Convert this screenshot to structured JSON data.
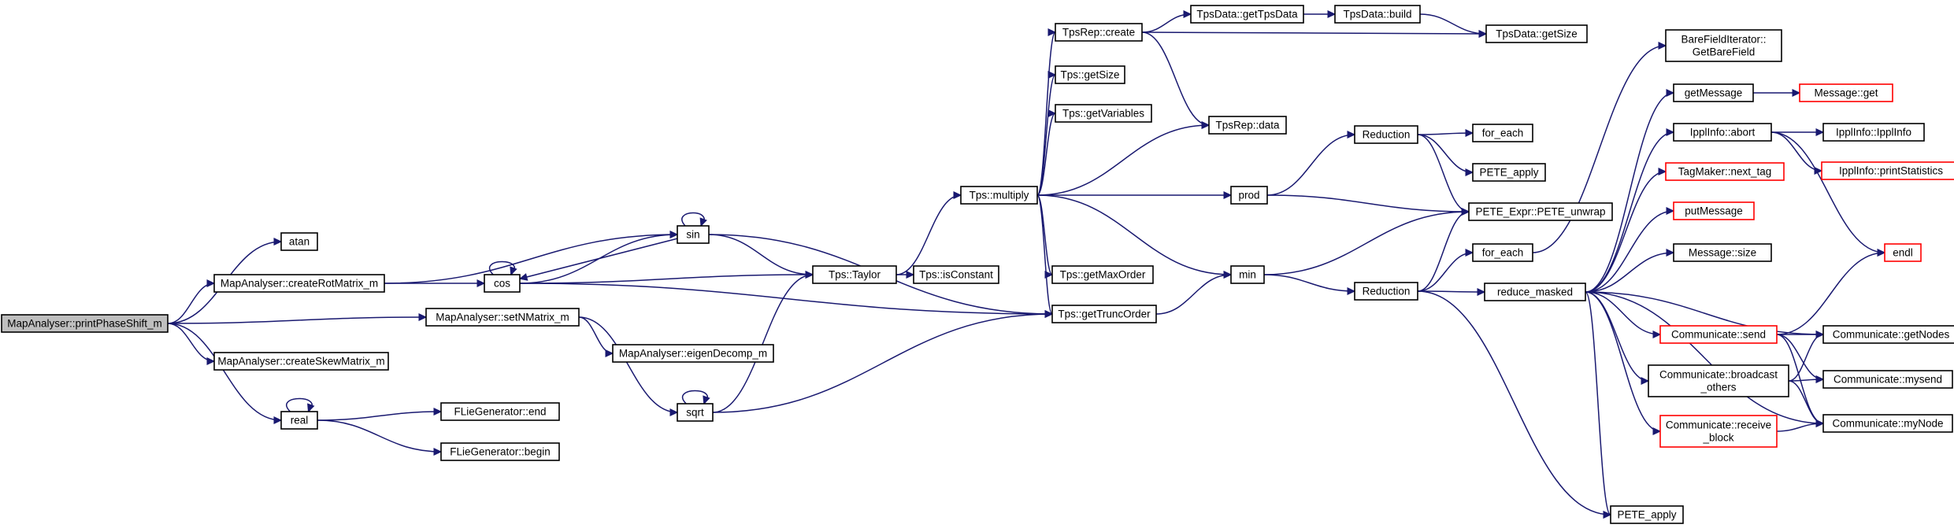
{
  "graph": {
    "edge_color": "#191970",
    "root_fill": "#bfbfbf",
    "highlight_border": "#ff0000",
    "nodes": [
      {
        "id": "printPhaseShift",
        "lines": [
          "MapAnalyser::printPhaseShift_m"
        ],
        "root": true
      },
      {
        "id": "atan",
        "lines": [
          "atan"
        ]
      },
      {
        "id": "createRotMatrix",
        "lines": [
          "MapAnalyser::createRotMatrix_m"
        ]
      },
      {
        "id": "createSkewMatrix",
        "lines": [
          "MapAnalyser::createSkewMatrix_m"
        ]
      },
      {
        "id": "setNMatrix",
        "lines": [
          "MapAnalyser::setNMatrix_m"
        ]
      },
      {
        "id": "real",
        "lines": [
          "real"
        ]
      },
      {
        "id": "sin",
        "lines": [
          "sin"
        ]
      },
      {
        "id": "cos",
        "lines": [
          "cos"
        ]
      },
      {
        "id": "eigenDecomp",
        "lines": [
          "MapAnalyser::eigenDecomp_m"
        ]
      },
      {
        "id": "sqrt",
        "lines": [
          "sqrt"
        ]
      },
      {
        "id": "fliegenEnd",
        "lines": [
          "FLieGenerator::end"
        ]
      },
      {
        "id": "fliegenBegin",
        "lines": [
          "FLieGenerator::begin"
        ]
      },
      {
        "id": "tpsTaylor",
        "lines": [
          "Tps::Taylor"
        ]
      },
      {
        "id": "tpsIsConstant",
        "lines": [
          "Tps::isConstant"
        ]
      },
      {
        "id": "tpsMultiply",
        "lines": [
          "Tps::multiply"
        ]
      },
      {
        "id": "tpsGetTruncOrder",
        "lines": [
          "Tps::getTruncOrder"
        ]
      },
      {
        "id": "tpsRepCreate",
        "lines": [
          "TpsRep::create"
        ]
      },
      {
        "id": "tpsGetSize",
        "lines": [
          "Tps::getSize"
        ]
      },
      {
        "id": "tpsGetVariables",
        "lines": [
          "Tps::getVariables"
        ]
      },
      {
        "id": "tpsGetMaxOrder",
        "lines": [
          "Tps::getMaxOrder"
        ]
      },
      {
        "id": "tpsDataGetTpsData",
        "lines": [
          "TpsData::getTpsData"
        ]
      },
      {
        "id": "tpsDataBuild",
        "lines": [
          "TpsData::build"
        ]
      },
      {
        "id": "tpsDataGetSize",
        "lines": [
          "TpsData::getSize"
        ]
      },
      {
        "id": "tpsRepData",
        "lines": [
          "TpsRep::data"
        ]
      },
      {
        "id": "prod",
        "lines": [
          "prod"
        ]
      },
      {
        "id": "min",
        "lines": [
          "min"
        ]
      },
      {
        "id": "reduction1",
        "lines": [
          "Reduction"
        ]
      },
      {
        "id": "reduction2",
        "lines": [
          "Reduction"
        ]
      },
      {
        "id": "forEach1",
        "lines": [
          "for_each"
        ]
      },
      {
        "id": "peteApply1",
        "lines": [
          "PETE_apply"
        ]
      },
      {
        "id": "peteUnwrap",
        "lines": [
          "PETE_Expr::PETE_unwrap"
        ]
      },
      {
        "id": "forEach2",
        "lines": [
          "for_each"
        ]
      },
      {
        "id": "reduceMasked",
        "lines": [
          "reduce_masked"
        ]
      },
      {
        "id": "peteApply2",
        "lines": [
          "PETE_apply"
        ]
      },
      {
        "id": "bareField",
        "lines": [
          "BareFieldIterator::",
          "GetBareField"
        ]
      },
      {
        "id": "getMessage",
        "lines": [
          "getMessage"
        ]
      },
      {
        "id": "messageGet",
        "lines": [
          "Message::get"
        ],
        "red": true
      },
      {
        "id": "ipplAbort",
        "lines": [
          "IpplInfo::abort"
        ]
      },
      {
        "id": "ipplInfo",
        "lines": [
          "IpplInfo::IpplInfo"
        ]
      },
      {
        "id": "ipplPrintStats",
        "lines": [
          "IpplInfo::printStatistics"
        ],
        "red": true
      },
      {
        "id": "tagMaker",
        "lines": [
          "TagMaker::next_tag"
        ],
        "red": true
      },
      {
        "id": "putMessage",
        "lines": [
          "putMessage"
        ],
        "red": true
      },
      {
        "id": "endl",
        "lines": [
          "endl"
        ],
        "red": true
      },
      {
        "id": "messageSize",
        "lines": [
          "Message::size"
        ]
      },
      {
        "id": "commSend",
        "lines": [
          "Communicate::send"
        ],
        "red": true
      },
      {
        "id": "commBroadcast",
        "lines": [
          "Communicate::broadcast",
          "_others"
        ]
      },
      {
        "id": "commReceive",
        "lines": [
          "Communicate::receive",
          "_block"
        ],
        "red": true
      },
      {
        "id": "commGetNodes",
        "lines": [
          "Communicate::getNodes"
        ]
      },
      {
        "id": "commMysend",
        "lines": [
          "Communicate::mysend"
        ]
      },
      {
        "id": "commMyNode",
        "lines": [
          "Communicate::myNode"
        ]
      }
    ],
    "edges": [
      [
        "printPhaseShift",
        "atan"
      ],
      [
        "printPhaseShift",
        "createRotMatrix"
      ],
      [
        "printPhaseShift",
        "createSkewMatrix"
      ],
      [
        "printPhaseShift",
        "setNMatrix"
      ],
      [
        "printPhaseShift",
        "real"
      ],
      [
        "createRotMatrix",
        "sin"
      ],
      [
        "createRotMatrix",
        "cos"
      ],
      [
        "sin",
        "sin"
      ],
      [
        "sin",
        "cos"
      ],
      [
        "sin",
        "tpsTaylor"
      ],
      [
        "sin",
        "tpsGetTruncOrder"
      ],
      [
        "cos",
        "cos"
      ],
      [
        "cos",
        "sin"
      ],
      [
        "cos",
        "tpsTaylor"
      ],
      [
        "cos",
        "tpsGetTruncOrder"
      ],
      [
        "setNMatrix",
        "eigenDecomp"
      ],
      [
        "setNMatrix",
        "sqrt"
      ],
      [
        "sqrt",
        "sqrt"
      ],
      [
        "sqrt",
        "tpsTaylor"
      ],
      [
        "sqrt",
        "tpsGetTruncOrder"
      ],
      [
        "real",
        "real"
      ],
      [
        "real",
        "fliegenEnd"
      ],
      [
        "real",
        "fliegenBegin"
      ],
      [
        "tpsTaylor",
        "tpsIsConstant"
      ],
      [
        "tpsTaylor",
        "tpsMultiply"
      ],
      [
        "tpsMultiply",
        "tpsRepCreate"
      ],
      [
        "tpsMultiply",
        "tpsGetSize"
      ],
      [
        "tpsMultiply",
        "tpsGetVariables"
      ],
      [
        "tpsMultiply",
        "tpsRepData"
      ],
      [
        "tpsMultiply",
        "prod"
      ],
      [
        "tpsMultiply",
        "tpsGetMaxOrder"
      ],
      [
        "tpsMultiply",
        "tpsGetTruncOrder"
      ],
      [
        "tpsMultiply",
        "min"
      ],
      [
        "tpsGetTruncOrder",
        "min"
      ],
      [
        "tpsRepCreate",
        "tpsDataGetTpsData"
      ],
      [
        "tpsRepCreate",
        "tpsDataGetSize"
      ],
      [
        "tpsRepCreate",
        "tpsRepData"
      ],
      [
        "tpsDataGetTpsData",
        "tpsDataBuild"
      ],
      [
        "tpsDataBuild",
        "tpsDataGetSize"
      ],
      [
        "prod",
        "reduction1"
      ],
      [
        "prod",
        "peteUnwrap"
      ],
      [
        "reduction1",
        "forEach1"
      ],
      [
        "reduction1",
        "peteApply1"
      ],
      [
        "reduction1",
        "peteUnwrap"
      ],
      [
        "min",
        "peteUnwrap"
      ],
      [
        "min",
        "reduction2"
      ],
      [
        "reduction2",
        "peteUnwrap"
      ],
      [
        "reduction2",
        "forEach2"
      ],
      [
        "reduction2",
        "reduceMasked"
      ],
      [
        "reduction2",
        "peteApply2"
      ],
      [
        "forEach2",
        "bareField"
      ],
      [
        "reduceMasked",
        "getMessage"
      ],
      [
        "reduceMasked",
        "ipplAbort"
      ],
      [
        "reduceMasked",
        "tagMaker"
      ],
      [
        "reduceMasked",
        "putMessage"
      ],
      [
        "reduceMasked",
        "messageSize"
      ],
      [
        "reduceMasked",
        "commGetNodes"
      ],
      [
        "reduceMasked",
        "commSend"
      ],
      [
        "reduceMasked",
        "commBroadcast"
      ],
      [
        "reduceMasked",
        "commReceive"
      ],
      [
        "reduceMasked",
        "commMyNode"
      ],
      [
        "reduceMasked",
        "peteApply2"
      ],
      [
        "getMessage",
        "messageGet"
      ],
      [
        "ipplAbort",
        "ipplInfo"
      ],
      [
        "ipplAbort",
        "ipplPrintStats"
      ],
      [
        "ipplAbort",
        "endl"
      ],
      [
        "commSend",
        "endl"
      ],
      [
        "commSend",
        "commGetNodes"
      ],
      [
        "commSend",
        "commMysend"
      ],
      [
        "commSend",
        "commMyNode"
      ],
      [
        "commBroadcast",
        "commGetNodes"
      ],
      [
        "commBroadcast",
        "commMysend"
      ],
      [
        "commBroadcast",
        "commMyNode"
      ],
      [
        "commReceive",
        "commMyNode"
      ]
    ]
  }
}
